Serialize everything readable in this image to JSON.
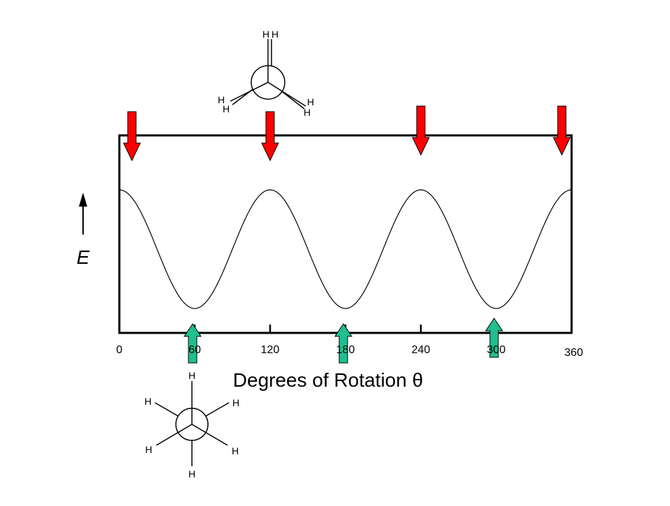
{
  "chart_data": {
    "type": "line",
    "title": "",
    "xlabel": "Degrees of Rotation θ",
    "ylabel": "E",
    "xlim": [
      0,
      360
    ],
    "ylim": [
      0,
      1
    ],
    "x_ticks": [
      0,
      60,
      120,
      180,
      240,
      300,
      360
    ],
    "x_tick_labels": [
      "0",
      "60",
      "120",
      "180",
      "240",
      "300",
      "360"
    ],
    "grid": false,
    "legend": "none",
    "curve": "cosine, period 120 degrees, maxima at 0, 120, 240, 360 and minima at 60, 180, 300",
    "series": [
      {
        "x": [
          0,
          60,
          120,
          180,
          240,
          300,
          360
        ],
        "values": [
          1,
          0,
          1,
          0,
          1,
          0,
          1
        ]
      }
    ],
    "eclipsed_markers_x": [
      0,
      120,
      240,
      360
    ],
    "staggered_markers_x": [
      60,
      180,
      300
    ]
  },
  "newman": {
    "atom_label": "H"
  },
  "colors": {
    "eclipsed_arrow": "#ff0000",
    "staggered_arrow": "#1fbf8f",
    "line": "#000000"
  }
}
